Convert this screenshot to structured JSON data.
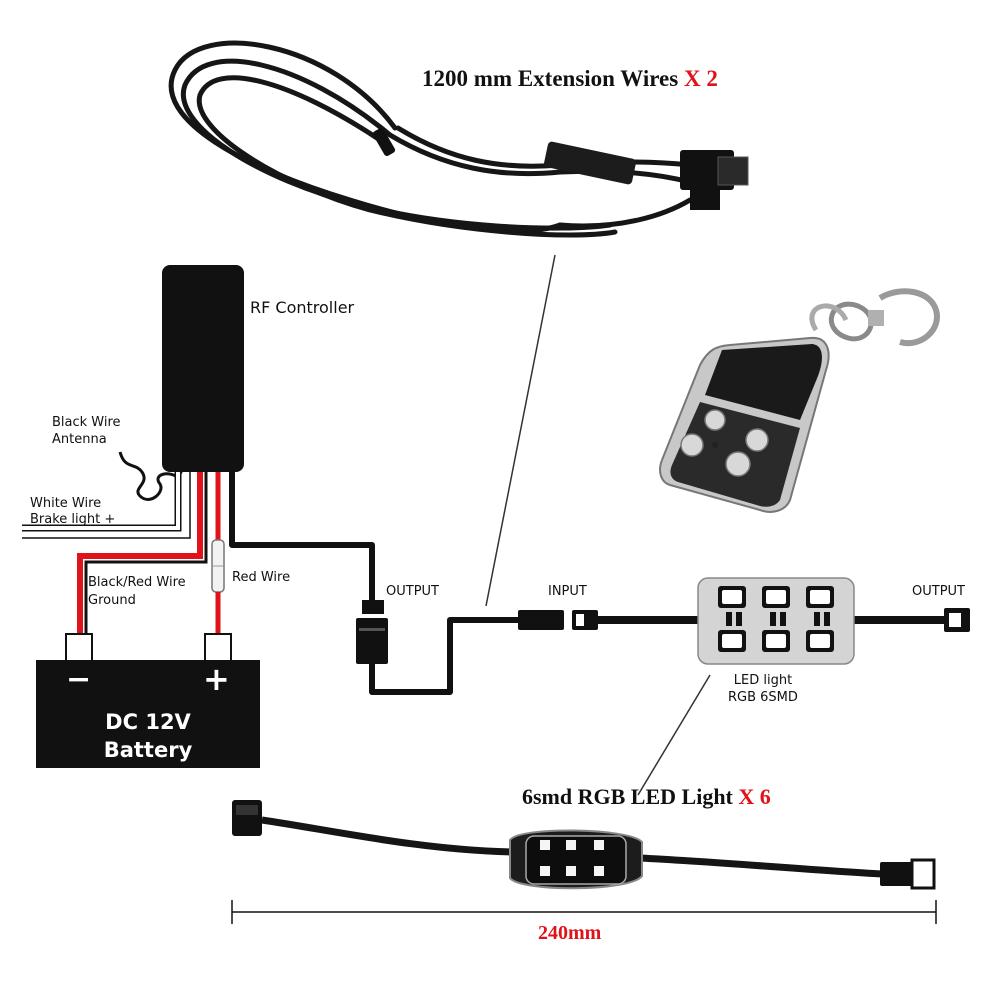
{
  "colors": {
    "wire": "#111111",
    "red_wire": "#e0121a",
    "accent_red": "#e0121a",
    "battery": "#111111",
    "led_panel": "#d9d9d9"
  },
  "extension": {
    "text": "1200 mm  Extension Wires ",
    "qty": "X 2"
  },
  "controller": {
    "label": "RF Controller",
    "antenna_line1": "Black Wire",
    "antenna_line2": "Antenna",
    "white_line1": "White Wire",
    "white_line2": "Brake light +",
    "ground_line1": "Black/Red Wire",
    "ground_line2": "Ground",
    "red_wire": "Red Wire",
    "output": "OUTPUT"
  },
  "battery": {
    "minus": "−",
    "plus": "+",
    "line1": "DC 12V",
    "line2": "Battery"
  },
  "led_module": {
    "input": "INPUT",
    "output": "OUTPUT",
    "caption1": "LED light",
    "caption2": "RGB 6SMD"
  },
  "led_product": {
    "text": "6smd RGB LED Light ",
    "qty": "X 6",
    "length": "240mm"
  }
}
